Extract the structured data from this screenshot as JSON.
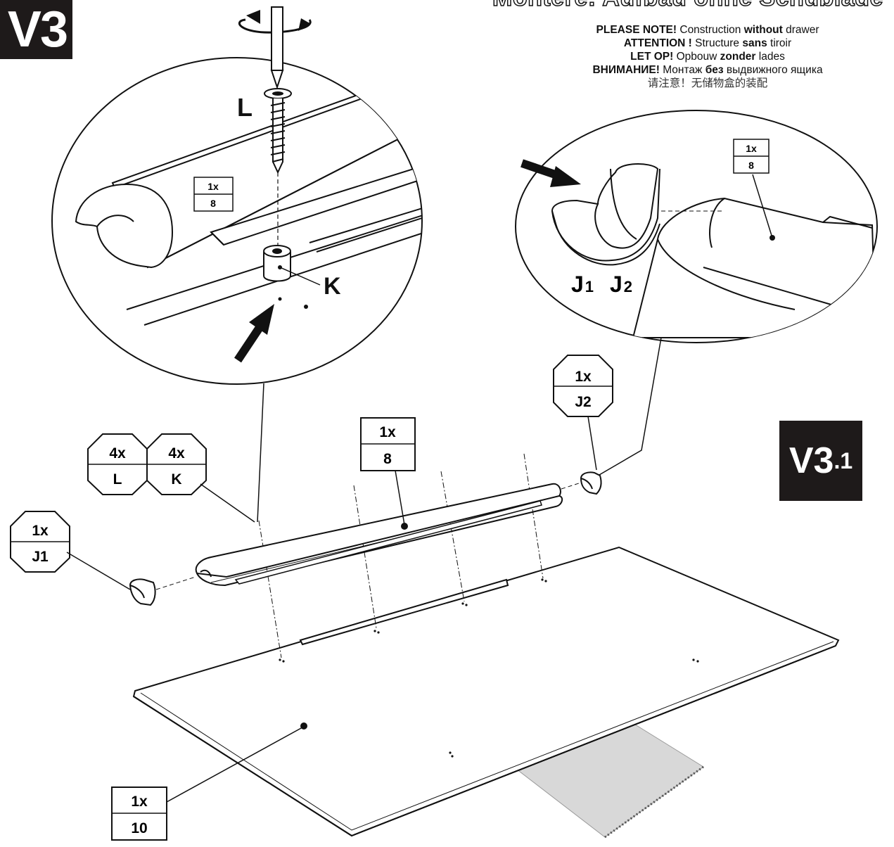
{
  "header": {
    "step_label": "V3",
    "title": "Montere: Aufbau ohne Schublade"
  },
  "notes": [
    {
      "lead": "PLEASE NOTE!",
      "mid1": " Construction ",
      "key": "without",
      "mid2": " drawer"
    },
    {
      "lead": "ATTENTION !",
      "mid1": " Structure ",
      "key": "sans",
      "mid2": " tiroir"
    },
    {
      "lead": "LET OP!",
      "mid1": " Opbouw ",
      "key": "zonder",
      "mid2": " lades"
    },
    {
      "lead": "ВНИМАНИЕ!",
      "mid1": " Монтаж ",
      "key": "без",
      "mid2": " выдвижного ящика"
    }
  ],
  "note_zh": "请注意！无储物盒的装配",
  "sub_step": {
    "main": "V3",
    "suffix": ".1"
  },
  "detail_left": {
    "part_box": {
      "qty": "1x",
      "part": "8"
    },
    "label_screw": "L",
    "label_dowel": "K"
  },
  "detail_right": {
    "part_box": {
      "qty": "1x",
      "part": "8"
    },
    "label_j1": {
      "letter": "J",
      "index": "1"
    },
    "label_j2": {
      "letter": "J",
      "index": "2"
    }
  },
  "parts": [
    {
      "id": "j1",
      "qty": "1x",
      "code": "J1"
    },
    {
      "id": "l",
      "qty": "4x",
      "code": "L"
    },
    {
      "id": "k",
      "qty": "4x",
      "code": "K"
    },
    {
      "id": "j2",
      "qty": "1x",
      "code": "J2"
    }
  ],
  "boxes": [
    {
      "id": "rail",
      "qty": "1x",
      "code": "8"
    },
    {
      "id": "panel",
      "qty": "1x",
      "code": "10"
    }
  ],
  "colors": {
    "ink": "#111111",
    "badge": "#1e1a1a",
    "shadow": "#d8d8d8"
  }
}
